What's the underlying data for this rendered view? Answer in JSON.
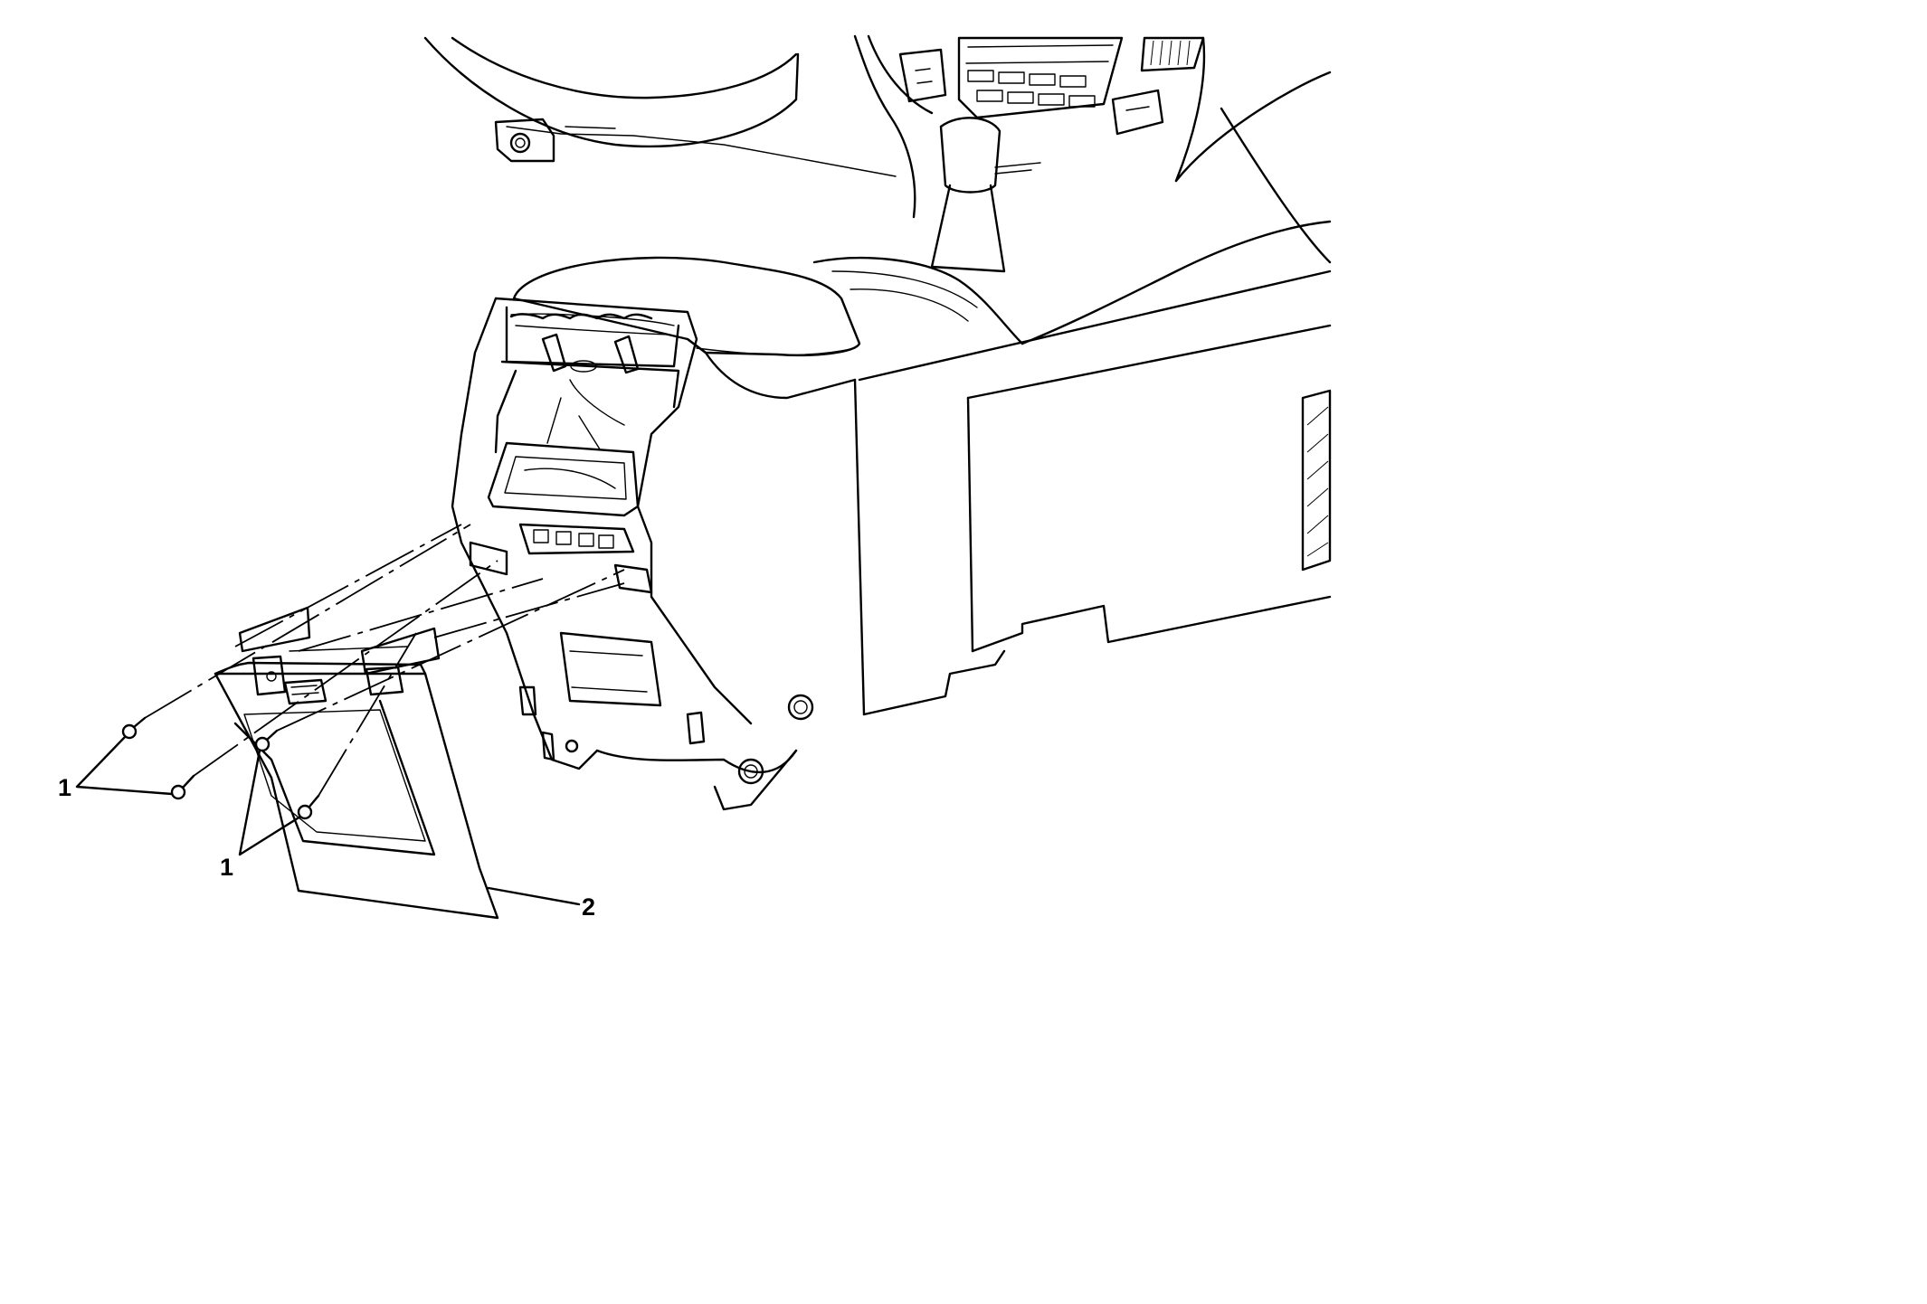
{
  "callouts": [
    {
      "id": "fastener-group-left",
      "label": "1"
    },
    {
      "id": "fastener-group-lower",
      "label": "1"
    },
    {
      "id": "trim-panel",
      "label": "2"
    }
  ]
}
